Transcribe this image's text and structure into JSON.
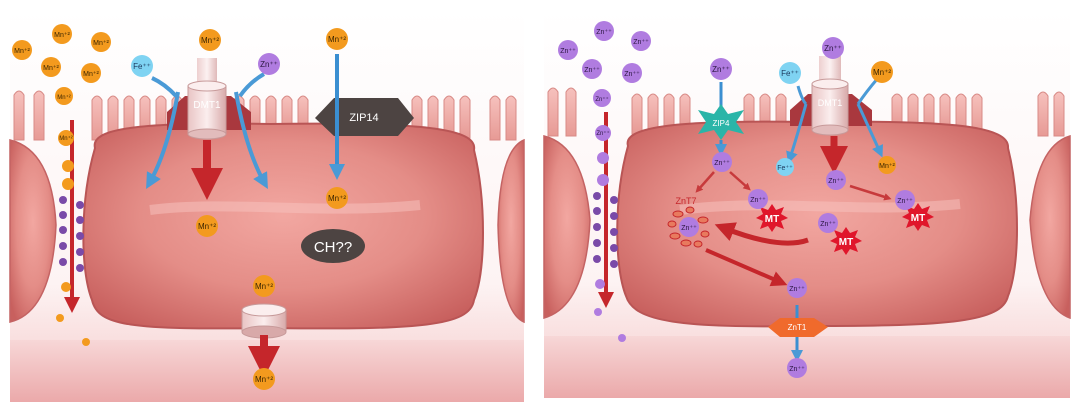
{
  "panels": [
    {
      "id": "manganese",
      "transporters": {
        "dmt1": "DMT1",
        "zip14": "ZIP14"
      },
      "unknown_label": "CH??",
      "ions": {
        "mn": "Mn⁺²",
        "fe": "Fe⁺⁺",
        "zn": "Zn⁺⁺"
      },
      "colors": {
        "mn": "#f39a1e",
        "fe": "#7fd3f2",
        "zn": "#b07ce0"
      }
    },
    {
      "id": "zinc",
      "transporters": {
        "zip4": "ZIP4",
        "dmt1": "DMT1",
        "znt7": "ZnT7",
        "znt1": "ZnT1"
      },
      "protein_label": "MT",
      "ions": {
        "zn": "Zn⁺⁺",
        "fe": "Fe⁺⁺",
        "mn": "Mn⁺²"
      },
      "colors": {
        "zn": "#b07ce0",
        "fe": "#7fd3f2",
        "mn": "#f39a1e",
        "mt": "#e0162b",
        "zip4": "#2ab5a8",
        "znt1": "#f06a2c"
      }
    }
  ]
}
